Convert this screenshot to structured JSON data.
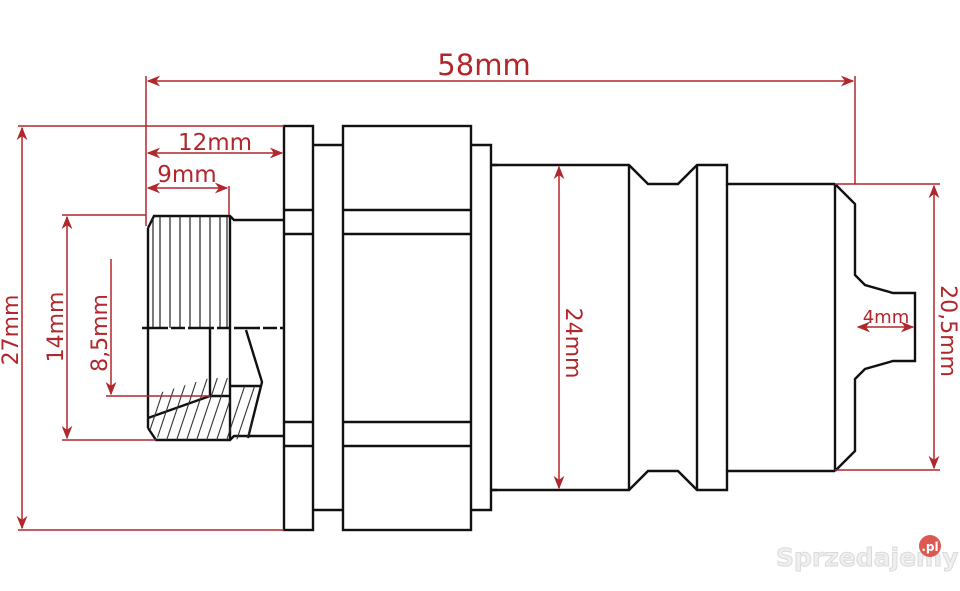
{
  "drawing": {
    "subject": "quick coupling plug technical drawing",
    "line_color": "#111111",
    "dimension_color": "#b0272c"
  },
  "dimensions": {
    "overall_length": "58mm",
    "flange_offset": "12mm",
    "thread_length": "9mm",
    "outer_diameter": "27mm",
    "thread_diameter": "14mm",
    "bore_diameter": "8,5mm",
    "body_diameter": "24mm",
    "tip_length": "4mm",
    "nose_diameter": "20,5mm"
  },
  "watermark": {
    "text": "Sprzedajemy",
    "badge": ".pl",
    "badge_color": "#d9463f"
  }
}
